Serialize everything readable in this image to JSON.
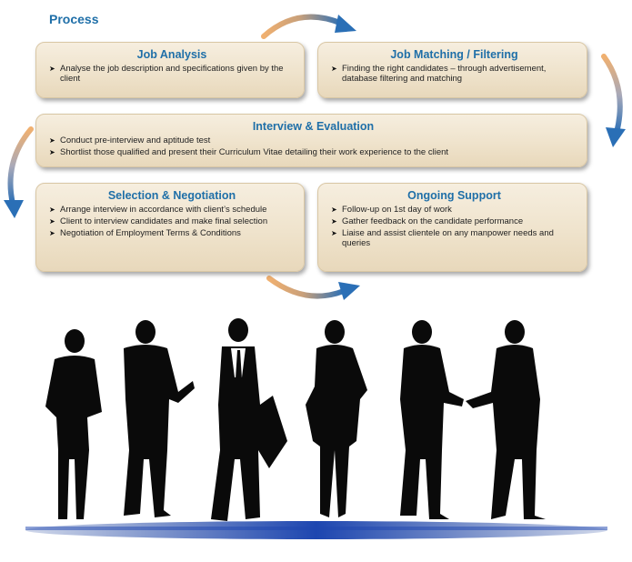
{
  "title": "Process",
  "boxes": [
    {
      "heading": "Job Analysis",
      "items": [
        "Analyse the job description and specifications given by the client"
      ]
    },
    {
      "heading": "Job Matching / Filtering",
      "items": [
        "Finding the right candidates – through advertisement, database filtering and matching"
      ]
    },
    {
      "heading": "Interview & Evaluation",
      "items": [
        "Conduct pre-interview and aptitude test",
        "Shortlist those qualified and present their Curriculum Vitae detailing their work experience to the client"
      ]
    },
    {
      "heading": "Selection & Negotiation",
      "items": [
        "Arrange interview in accordance with client’s schedule",
        "Client to interview candidates and make final selection",
        "Negotiation of Employment Terms & Conditions"
      ]
    },
    {
      "heading": "Ongoing Support",
      "items": [
        "Follow-up on 1st day of work",
        "Gather feedback on the candidate performance",
        "Liaise and assist clientele on any manpower needs and queries"
      ]
    }
  ],
  "bullet_glyph": "➤",
  "colors": {
    "heading": "#1f6fa8",
    "box_fill": "#efe3cc",
    "arrow_orange": "#e8a25a",
    "arrow_blue": "#2a6fb6",
    "silhouette": "#0a0a0a"
  },
  "icons": {
    "bullet": "arrow-bullet-icon",
    "flow_arrow": "curved-arrow-icon",
    "people": "business-people-silhouette"
  }
}
